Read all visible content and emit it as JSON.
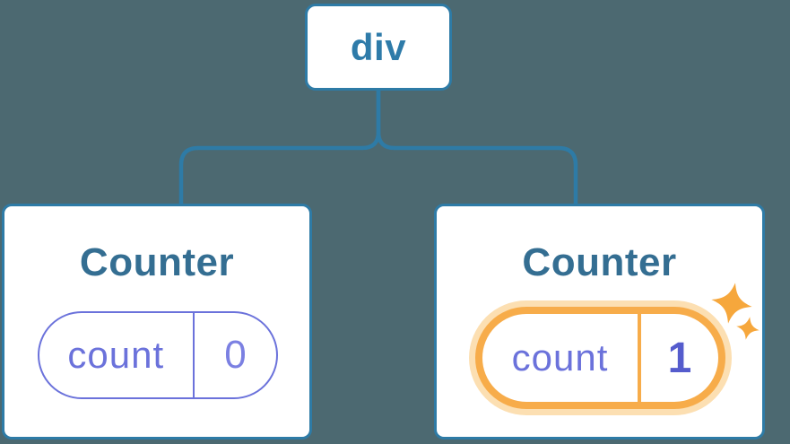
{
  "diagram": {
    "description": "React component tree: a div root element with two Counter children; the second Counter's state pill (count = 1) is highlighted with sparkles",
    "colors": {
      "background": "#4C6971",
      "tree_line_blue": "#2E7BA6",
      "title_blue": "#346E92",
      "state_purple": "#6B72DB",
      "highlight_orange": "#F7AC4A",
      "highlight_halo": "#FCDFB2",
      "sparkle_orange": "#F6A73C"
    },
    "root": {
      "label": "div"
    },
    "children": [
      {
        "title": "Counter",
        "state_key": "count",
        "state_value": "0",
        "highlighted": false
      },
      {
        "title": "Counter",
        "state_key": "count",
        "state_value": "1",
        "highlighted": true
      }
    ]
  }
}
